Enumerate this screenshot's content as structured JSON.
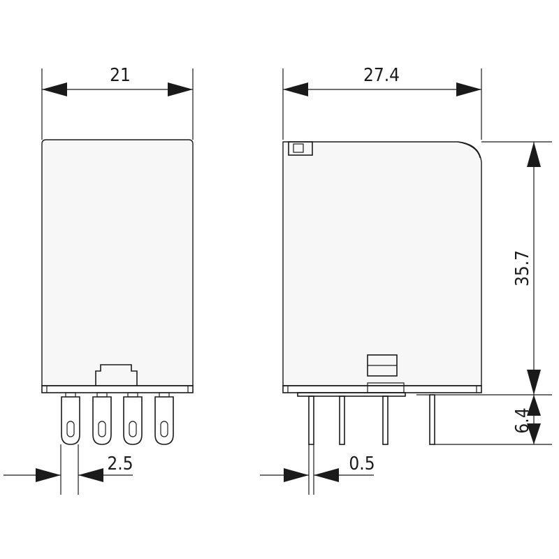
{
  "dimensions": {
    "front_width": "21",
    "side_width": "27.4",
    "height": "35.7",
    "pin_length": "6.4",
    "pin_pitch": "2.5",
    "pin_thickness": "0.5"
  }
}
